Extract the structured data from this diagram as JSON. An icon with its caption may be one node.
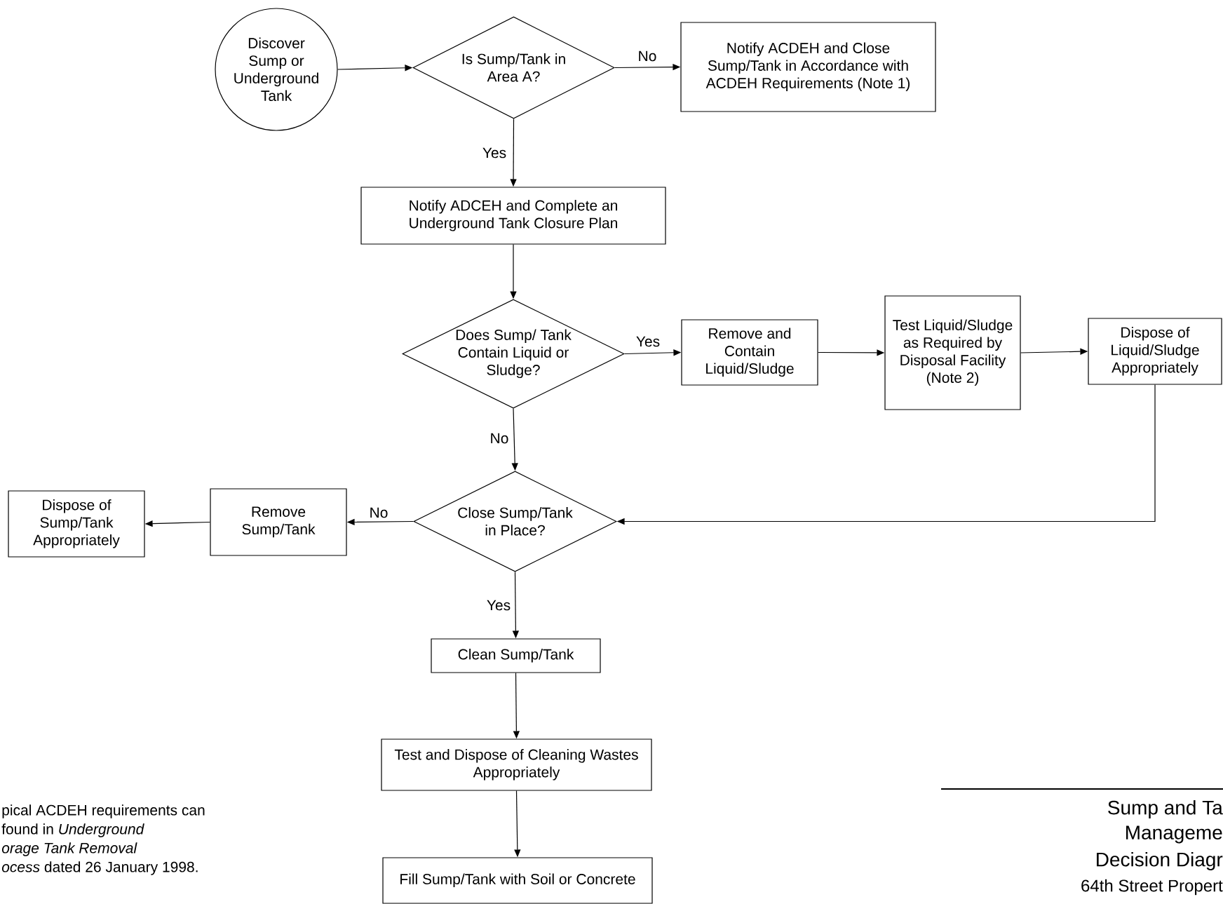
{
  "diagram": {
    "nodes": [
      {
        "text": [
          "Discover Sump or Underground Tank"
        ]
      },
      {
        "text": [
          "Is Sump/Tank in Area A?"
        ]
      },
      {
        "text": [
          "Notify ACDEH and Close Sump/Tank in Accordance with ACDEH Requirements (Note 1)"
        ]
      },
      {
        "text": [
          "Notify ADCEH and Complete an Underground Tank Closure Plan"
        ]
      },
      {
        "text": [
          "Does Sump/ Tank Contain Liquid or Sludge?"
        ]
      },
      {
        "text": [
          "Remove and Contain Liquid/Sludge"
        ]
      },
      {
        "text": [
          "Test Liquid/Sludge as Required by Disposal Facility (Note 2)"
        ]
      },
      {
        "text": [
          "Dispose of Liquid/Sludge Appropriately"
        ]
      },
      {
        "text": [
          "Close Sump/Tank in Place?"
        ]
      },
      {
        "text": [
          "Remove Sump/Tank"
        ]
      },
      {
        "text": [
          "Dispose of Sump/Tank Appropriately"
        ]
      },
      {
        "text": [
          "Clean Sump/Tank"
        ]
      },
      {
        "text": [
          "Test and Dispose of Cleaning Wastes Appropriately"
        ]
      },
      {
        "text": [
          "Fill Sump/Tank with Soil or Concrete"
        ]
      }
    ],
    "edges": [
      {
        "from": 0,
        "to": 1,
        "arrow": "to"
      },
      {
        "from": 1,
        "to": 2,
        "arrow": "to",
        "label": "No"
      },
      {
        "from": 1,
        "to": 3,
        "arrow": "to",
        "label": "Yes"
      },
      {
        "from": 3,
        "to": 4,
        "arrow": "to"
      },
      {
        "from": 4,
        "to": 5,
        "arrow": "to",
        "label": "Yes"
      },
      {
        "from": 5,
        "to": 6,
        "arrow": "to"
      },
      {
        "from": 6,
        "to": 7,
        "arrow": "to"
      },
      {
        "from": 7,
        "to": 8,
        "arrow": "to"
      },
      {
        "from": 4,
        "to": 8,
        "arrow": "to",
        "label": "No"
      },
      {
        "from": 8,
        "to": 9,
        "arrow": "to",
        "label": "No"
      },
      {
        "from": 9,
        "to": 10,
        "arrow": "to"
      },
      {
        "from": 8,
        "to": 11,
        "arrow": "to",
        "label": "Yes"
      },
      {
        "from": 11,
        "to": 12,
        "arrow": "to"
      },
      {
        "from": 12,
        "to": 13,
        "arrow": "to"
      }
    ],
    "labels": [
      "pical ACDEH requirements can",
      "found in *Underground*",
      "*orage Tank Removal*",
      "*ocess* dated 26 January 1998.",
      "Sump and Ta",
      "Manageme",
      "Decision Diagr",
      "64th Street Propert"
    ]
  }
}
